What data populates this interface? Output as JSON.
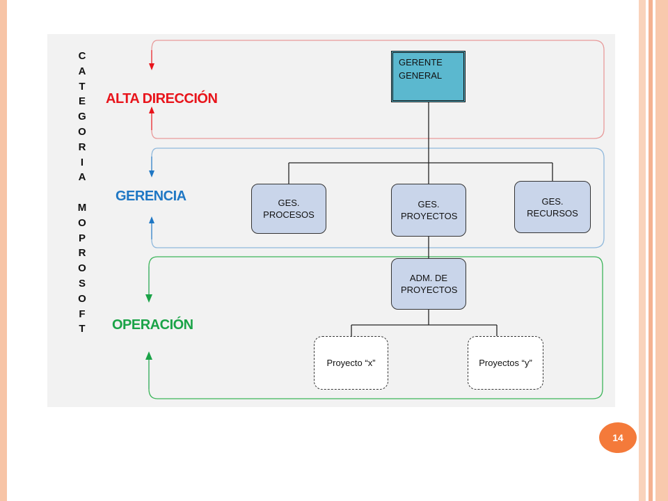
{
  "vertical_label": "CATEGORIA MOPROSOFT",
  "categories": {
    "alta_direccion": {
      "label": "ALTA DIRECCIÓN",
      "color": "#e8141b"
    },
    "gerencia": {
      "label": "GERENCIA",
      "color": "#1f77c4"
    },
    "operacion": {
      "label": "OPERACIÓN",
      "color": "#1aa347"
    }
  },
  "nodes": {
    "gerente_general": "GERENTE GENERAL",
    "ges_procesos": "GES. PROCESOS",
    "ges_proyectos": "GES. PROYECTOS",
    "ges_recursos": "GES. RECURSOS",
    "adm_proyectos": "ADM. DE PROYECTOS",
    "proyecto_x": "Proyecto “x”",
    "proyectos_y": "Proyectos “y”"
  },
  "page_number": "14",
  "colors": {
    "top_box": "#5bb8cf",
    "mid_box": "#c9d5ea",
    "badge": "#f47a3a"
  }
}
